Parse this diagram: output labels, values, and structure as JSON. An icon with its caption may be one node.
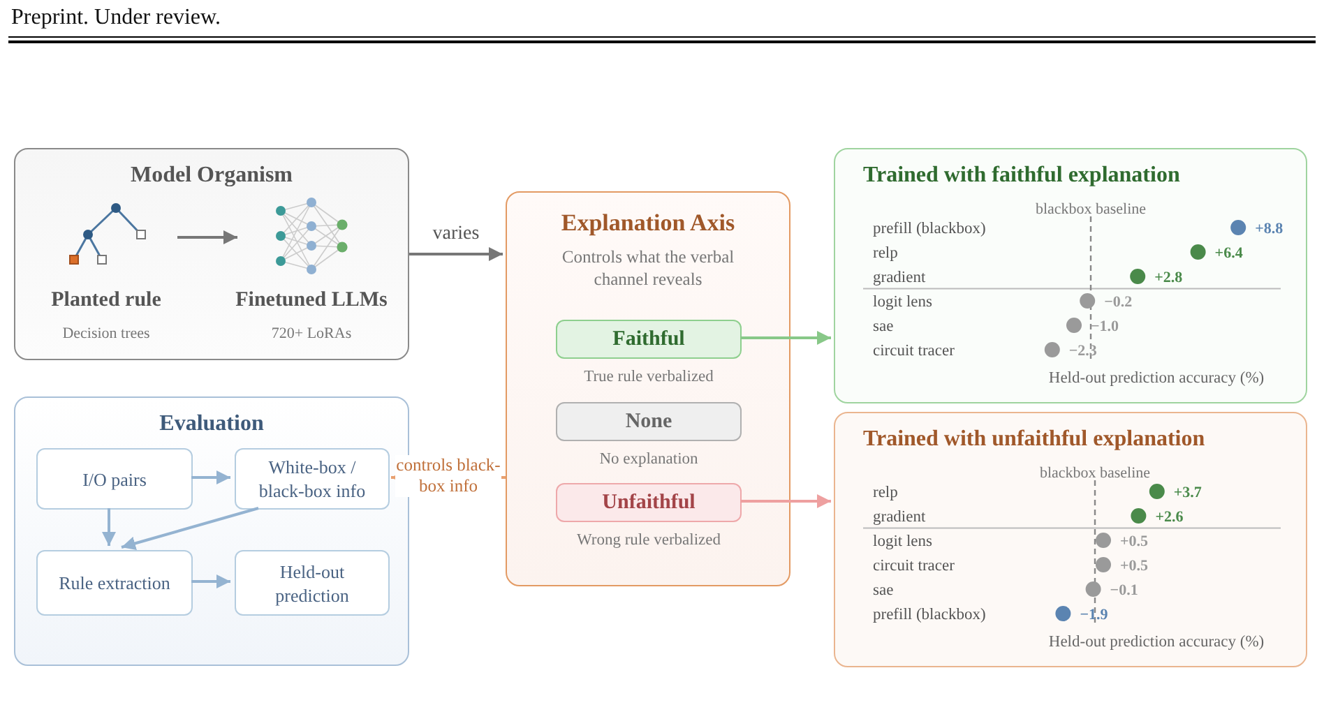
{
  "diagram": {
    "nodes": [
      {
        "text": [
          "Model Organism"
        ]
      },
      {
        "text": [
          "Planted rule",
          "Decision trees"
        ],
        "in": 0
      },
      {
        "text": [
          "Finetuned LLMs",
          "720+ LoRAs"
        ],
        "in": 0
      },
      {
        "text": [
          "Evaluation"
        ]
      },
      {
        "text": [
          "I/O pairs"
        ],
        "in": 3
      },
      {
        "text": [
          "White-box / black-box info"
        ],
        "in": 3
      },
      {
        "text": [
          "Rule extraction"
        ],
        "in": 3
      },
      {
        "text": [
          "Held-out prediction"
        ],
        "in": 3
      },
      {
        "text": [
          "Explanation Axis",
          "Controls what the verbal channel reveals"
        ]
      },
      {
        "text": [
          "Faithful"
        ],
        "in": 8,
        "beside": [
          "True rule verbalized"
        ]
      },
      {
        "text": [
          "None"
        ],
        "in": 8,
        "beside": [
          "No explanation"
        ]
      },
      {
        "text": [
          "Unfaithful"
        ],
        "in": 8,
        "beside": [
          "Wrong rule verbalized"
        ]
      },
      {
        "text": [
          "Trained with faithful explanation"
        ]
      },
      {
        "text": [
          "Trained with unfaithful explanation"
        ]
      }
    ],
    "edges": [
      {
        "from": 1,
        "to": 2,
        "arrow": "to",
        "color": "#777777"
      },
      {
        "from": 0,
        "to": 8,
        "arrow": "to",
        "label": "varies",
        "color": "#777777"
      },
      {
        "from": 4,
        "to": 5,
        "arrow": "to"
      },
      {
        "from": 4,
        "to": 6,
        "arrow": "to"
      },
      {
        "from": 5,
        "to": 6,
        "arrow": "to"
      },
      {
        "from": 6,
        "to": 7,
        "arrow": "to"
      },
      {
        "from": 8,
        "to": 5,
        "arrow": "to",
        "label": "controls black-box info",
        "style": "dashed",
        "color": "#e8a070"
      },
      {
        "from": 9,
        "to": 12,
        "arrow": "to",
        "color": "#88c888"
      },
      {
        "from": 11,
        "to": 13,
        "arrow": "to",
        "color": "#eea0a0"
      }
    ],
    "labels": [
      "Preprint. Under review."
    ],
    "chart_data": [
      {
        "type": "scatter",
        "orientation": "horizontal",
        "xlabel": "Held-out prediction accuracy (%)",
        "categories": [
          "prefill (blackbox)",
          "relp",
          "gradient",
          "logit lens",
          "sae",
          "circuit tracer"
        ],
        "series": [
          {
            "color": "#5b84b1",
            "values": [
              8.8,
              null,
              null,
              null,
              null,
              null
            ],
            "value_labels": [
              "+8.8",
              null,
              null,
              null,
              null,
              null
            ]
          },
          {
            "color": "#4a8a4a",
            "values": [
              null,
              6.4,
              2.8,
              null,
              null,
              null
            ],
            "value_labels": [
              null,
              "+6.4",
              "+2.8",
              null,
              null,
              null
            ]
          },
          {
            "color": "#9a9a9a",
            "values": [
              null,
              null,
              null,
              -0.2,
              -1.0,
              -2.3
            ],
            "value_labels": [
              null,
              null,
              null,
              "−0.2",
              "−1.0",
              "−2.3"
            ]
          }
        ],
        "data_labels": true,
        "ref_lines": [
          {
            "axis": "x",
            "value": 0,
            "label": "blackbox baseline"
          }
        ]
      },
      {
        "type": "scatter",
        "orientation": "horizontal",
        "xlabel": "Held-out prediction accuracy (%)",
        "categories": [
          "relp",
          "gradient",
          "logit lens",
          "circuit tracer",
          "sae",
          "prefill (blackbox)"
        ],
        "series": [
          {
            "color": "#5b84b1",
            "values": [
              null,
              null,
              null,
              null,
              null,
              -1.9
            ],
            "value_labels": [
              null,
              null,
              null,
              null,
              null,
              "−1.9"
            ]
          },
          {
            "color": "#4a8a4a",
            "values": [
              3.7,
              2.6,
              null,
              null,
              null,
              null
            ],
            "value_labels": [
              "+3.7",
              "+2.6",
              null,
              null,
              null,
              null
            ]
          },
          {
            "color": "#9a9a9a",
            "values": [
              null,
              null,
              0.5,
              0.5,
              -0.1,
              null
            ],
            "value_labels": [
              null,
              null,
              "+0.5",
              "+0.5",
              "−0.1",
              null
            ]
          }
        ],
        "data_labels": true,
        "ref_lines": [
          {
            "axis": "x",
            "value": 0,
            "label": "blackbox baseline"
          }
        ]
      }
    ]
  }
}
